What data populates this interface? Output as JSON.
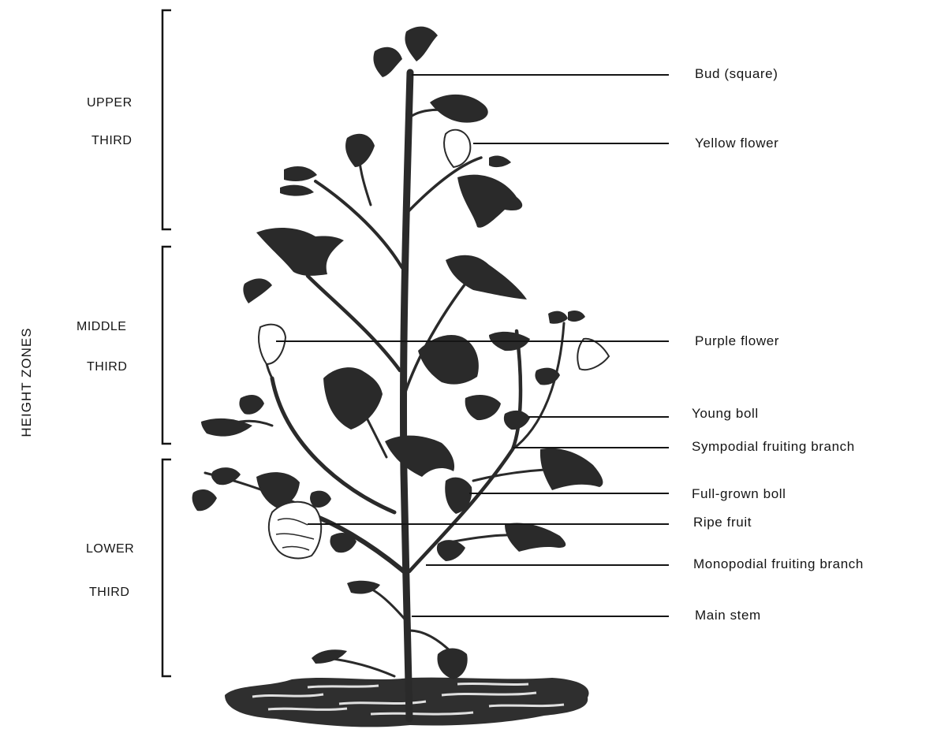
{
  "axis_label": "HEIGHT ZONES",
  "zones": [
    {
      "line1": "UPPER",
      "line2": "THIRD"
    },
    {
      "line1": "MIDDLE",
      "line2": "THIRD"
    },
    {
      "line1": "LOWER",
      "line2": "THIRD"
    }
  ],
  "parts": [
    "Bud (square)",
    "Yellow flower",
    "Purple flower",
    "Young boll",
    "Sympodial fruiting branch",
    "Full-grown boll",
    "Ripe fruit",
    "Monopodial fruiting branch",
    "Main stem"
  ],
  "colors": {
    "ink": "#151515",
    "plant": "#2a2a2a",
    "soil": "#3a3a3a",
    "background": "#ffffff"
  }
}
